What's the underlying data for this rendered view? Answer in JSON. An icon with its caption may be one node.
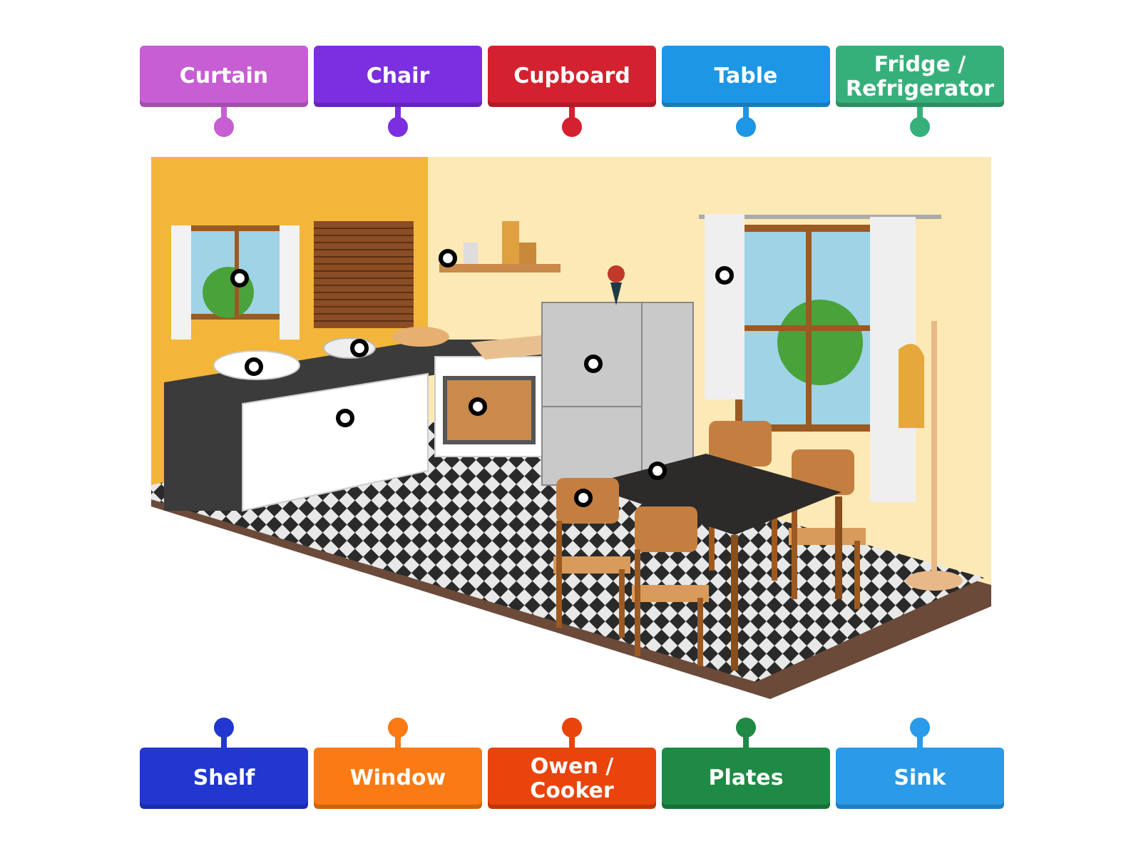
{
  "diagram": {
    "nodes": [
      {
        "text": [
          "Curtain"
        ]
      },
      {
        "text": [
          "Chair"
        ]
      },
      {
        "text": [
          "Cupboard"
        ]
      },
      {
        "text": [
          "Table"
        ]
      },
      {
        "text": [
          "Fridge / Refrigerator"
        ]
      },
      {
        "text": [
          "Shelf"
        ]
      },
      {
        "text": [
          "Window"
        ]
      },
      {
        "text": [
          "Owen / Cooker"
        ]
      },
      {
        "text": [
          "Plates"
        ]
      },
      {
        "text": [
          "Sink"
        ]
      }
    ]
  }
}
